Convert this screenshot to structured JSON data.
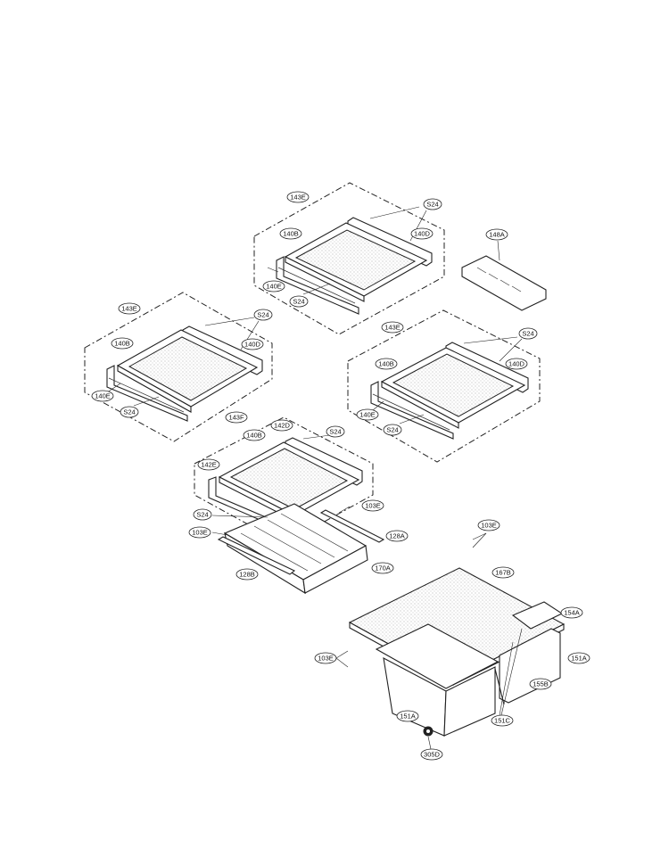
{
  "labels": {
    "l143E_top": "143E",
    "l143E_left": "143E",
    "l143E_right": "143E",
    "l143F": "143F",
    "l148A": "148A",
    "s24_top_a": "S24",
    "s24_top_b": "S24",
    "s24_left_a": "S24",
    "s24_left_b": "S24",
    "s24_right_a": "S24",
    "s24_right_b": "S24",
    "s24_low_a": "S24",
    "s24_low_b": "S24",
    "l140B_top": "140B",
    "l140D_top": "140D",
    "l140E_top": "140E",
    "l140B_left": "140B",
    "l140D_left": "140D",
    "l140E_left": "140E",
    "l140B_right": "140B",
    "l140D_right": "140D",
    "l140E_right": "140E",
    "l140B_low": "140B",
    "l142D": "142D",
    "l142E": "142E",
    "l103E_a": "103E",
    "l103E_b": "103E",
    "l103E_c": "103E",
    "l103E_d": "103E",
    "l128A": "128A",
    "l128B": "128B",
    "l170A": "170A",
    "l167B": "167B",
    "l154A": "154A",
    "l151A_right": "151A",
    "l151A_left": "151A",
    "l155B": "155B",
    "l151C": "151C",
    "l305D": "305D"
  }
}
